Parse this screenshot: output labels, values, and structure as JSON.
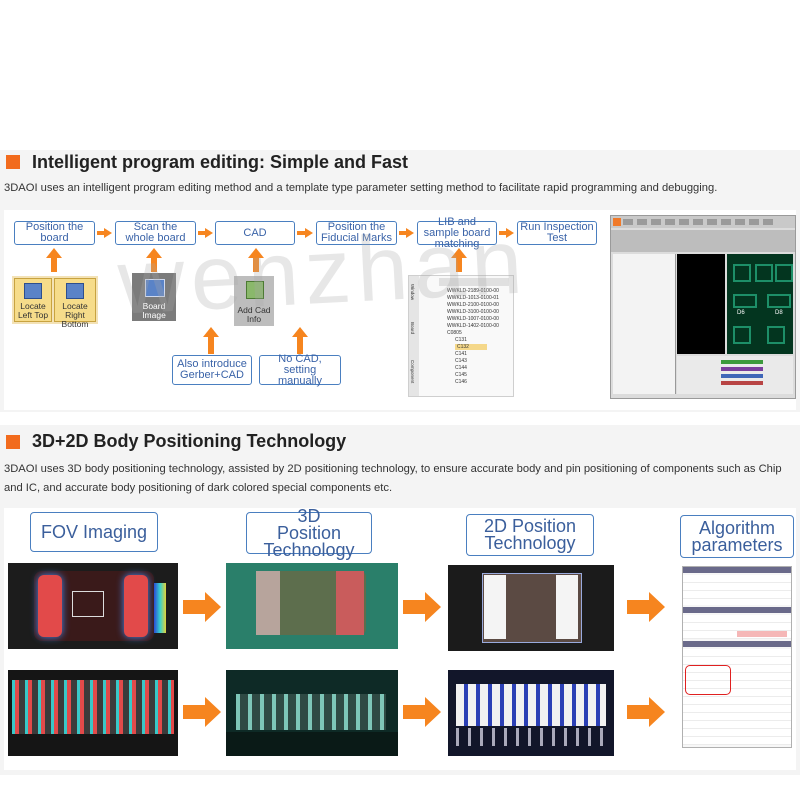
{
  "section1": {
    "heading": "Intelligent program editing: Simple and Fast",
    "description": "3DAOI uses an intelligent program editing method and a template type parameter setting method to facilitate rapid programming and debugging.",
    "flow": [
      {
        "label": "Position the board"
      },
      {
        "label": "Scan the whole board"
      },
      {
        "label": "CAD"
      },
      {
        "label": "Position the Fiducial Marks"
      },
      {
        "label": "LIB and sample board matching"
      },
      {
        "label": "Run Inspection Test"
      }
    ],
    "tiles": {
      "locate_left_top": "Locate Left Top",
      "locate_right_bottom": "Locate Right Bottom",
      "board_image_scan": "Board Image Scan",
      "add_cad_info": "Add Cad Info"
    },
    "cad_options": {
      "gerber": "Also introduce Gerber+CAD",
      "manual": "No CAD, setting manually"
    },
    "tree_panel": {
      "side_tabs": [
        "Window",
        "Board",
        "Component"
      ],
      "items": [
        "WWKLD-2189-0100-00",
        "WWKLD-1013-0100-01",
        "WWKLD-2100-0100-00",
        "WWKLD-3100-0100-00",
        "WWKLD-1007-0100-00",
        "WWKLD-1402-0100-00",
        "C0805",
        "C131",
        "C132",
        "C141",
        "C143",
        "C144",
        "C145",
        "C146"
      ],
      "selected": "C132"
    },
    "software_labels": [
      "D6",
      "D8"
    ]
  },
  "section2": {
    "heading": "3D+2D Body Positioning Technology",
    "description": "3DAOI uses 3D body positioning technology, assisted by 2D positioning technology, to ensure accurate body and pin positioning of components such as Chip and IC, and accurate body positioning of dark colored special components etc.",
    "columns": [
      {
        "title": "FOV Imaging"
      },
      {
        "title": "3D Position Technology"
      },
      {
        "title": "2D Position Technology"
      },
      {
        "title": "Algorithm parameters"
      }
    ]
  },
  "watermark": "wenzhan",
  "colors": {
    "accent": "#f26b1d",
    "arrow": "#f6851f",
    "box_border": "#4a7fc0",
    "box_text": "#3a63a8"
  }
}
